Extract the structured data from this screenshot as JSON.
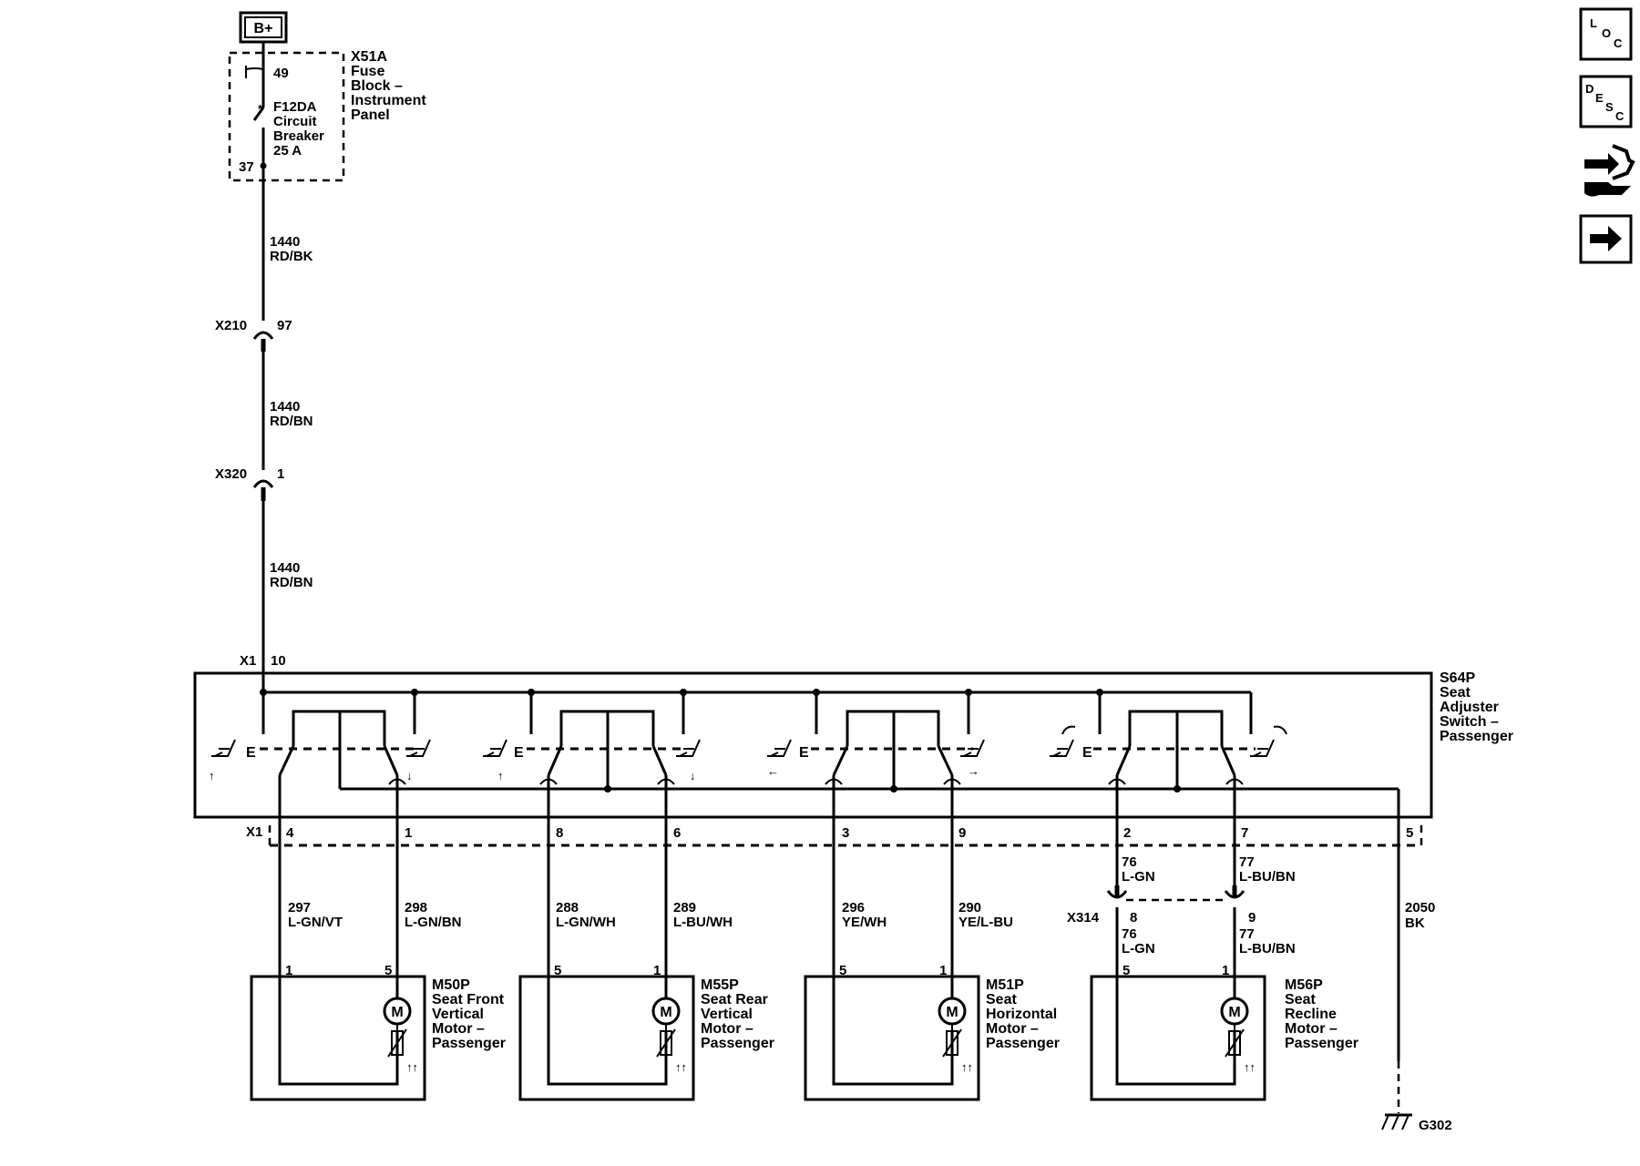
{
  "power": {
    "label": "B+"
  },
  "fuse_block": {
    "id": "X51A",
    "name_lines": [
      "Fuse",
      "Block –",
      "Instrument",
      "Panel"
    ],
    "pin_in": "49",
    "pin_out": "37",
    "breaker_lines": [
      "F12DA",
      "Circuit",
      "Breaker",
      "25 A"
    ]
  },
  "feed_wires": [
    {
      "circuit": "1440",
      "color": "RD/BK"
    },
    {
      "circuit": "1440",
      "color": "RD/BN"
    },
    {
      "circuit": "1440",
      "color": "RD/BN"
    }
  ],
  "inline_connectors": [
    {
      "id": "X210",
      "pin": "97"
    },
    {
      "id": "X320",
      "pin": "1"
    }
  ],
  "switch": {
    "id": "S64P",
    "name_lines": [
      "Seat",
      "Adjuster",
      "Switch –",
      "Passenger"
    ],
    "connector": "X1",
    "feed_pin": "10",
    "ground_pin": "5"
  },
  "motor_pins": [
    "4",
    "1",
    "8",
    "6",
    "3",
    "9",
    "2",
    "7"
  ],
  "motor_wires": [
    {
      "circuit": "297",
      "color": "L-GN/VT"
    },
    {
      "circuit": "298",
      "color": "L-GN/BN"
    },
    {
      "circuit": "288",
      "color": "L-GN/WH"
    },
    {
      "circuit": "289",
      "color": "L-BU/WH"
    },
    {
      "circuit": "296",
      "color": "YE/WH"
    },
    {
      "circuit": "290",
      "color": "YE/L-BU"
    }
  ],
  "recline_wires_upper": [
    {
      "circuit": "76",
      "color": "L-GN"
    },
    {
      "circuit": "77",
      "color": "L-BU/BN"
    }
  ],
  "recline_wires_lower": [
    {
      "circuit": "76",
      "color": "L-GN"
    },
    {
      "circuit": "77",
      "color": "L-BU/BN"
    }
  ],
  "x314": {
    "id": "X314",
    "pins": [
      "8",
      "9"
    ]
  },
  "ground_wire": {
    "circuit": "2050",
    "color": "BK"
  },
  "ground": {
    "id": "G302"
  },
  "motors": [
    {
      "id": "M50P",
      "name_lines": [
        "Seat Front",
        "Vertical",
        "Motor –",
        "Passenger"
      ],
      "pin_left": "1",
      "pin_right": "5"
    },
    {
      "id": "M55P",
      "name_lines": [
        "Seat Rear",
        "Vertical",
        "Motor –",
        "Passenger"
      ],
      "pin_left": "5",
      "pin_right": "1"
    },
    {
      "id": "M51P",
      "name_lines": [
        "Seat",
        "Horizontal",
        "Motor –",
        "Passenger"
      ],
      "pin_left": "5",
      "pin_right": "1"
    },
    {
      "id": "M56P",
      "name_lines": [
        "Seat",
        "Recline",
        "Motor –",
        "Passenger"
      ],
      "pin_left": "5",
      "pin_right": "1"
    }
  ],
  "motor_symbol": "M",
  "switch_pole_label": "E",
  "nav": {
    "loc_letters": [
      "L",
      "O",
      "C"
    ],
    "desc_letters": [
      "D",
      "E",
      "S",
      "C"
    ],
    "icons": [
      "connector-end-view-icon",
      "next-arrow-icon"
    ]
  }
}
